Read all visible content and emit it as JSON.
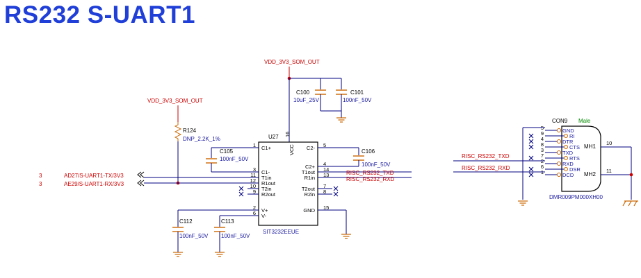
{
  "title": "RS232 S-UART1",
  "colors": {
    "title": "#1f3fd8",
    "wire": "#000080",
    "net": "#cc0000",
    "label": "#1a1aa0",
    "ground": "#cc6600",
    "part": "#000000",
    "male": "#008800"
  },
  "nets": {
    "vdd_top": "VDD_3V3_SOM_OUT",
    "vdd_left": "VDD_3V3_SOM_OUT",
    "txd_in": "AD27/S-UART1-TX/3V3",
    "rxd_in": "AE29/S-UART1-RX/3V3",
    "page_ref_1": "3",
    "page_ref_2": "3",
    "risc_txd_ic": "RISC_RS232_TXD",
    "risc_rxd_ic": "RISC_RS232_RXD",
    "risc_txd_conn": "RISC_RS232_TXD",
    "risc_rxd_conn": "RISC_RS232_RXD"
  },
  "components": {
    "c100": {
      "ref": "C100",
      "value": "10uF_25V"
    },
    "c101": {
      "ref": "C101",
      "value": "100nF_50V"
    },
    "r124": {
      "ref": "R124",
      "value": "DNP_2.2K_1%"
    },
    "c105": {
      "ref": "C105",
      "value": "100nF_50V"
    },
    "c106": {
      "ref": "C106",
      "value": "100nF_50V"
    },
    "c112": {
      "ref": "C112",
      "value": "100nF_50V"
    },
    "c113": {
      "ref": "C113",
      "value": "100nF_50V"
    }
  },
  "ic": {
    "ref": "U27",
    "part": "SIT3232EEUE",
    "vcc": "VCC",
    "vcc_pin": "16",
    "left_pins": [
      {
        "name": "C1+",
        "num": "1"
      },
      {
        "name": "C1-",
        "num": "3"
      },
      {
        "name": "T1in",
        "num": "11"
      },
      {
        "name": "R1out",
        "num": "12"
      },
      {
        "name": "T2in",
        "num": "10"
      },
      {
        "name": "R2out",
        "num": "9"
      },
      {
        "name": "V+",
        "num": "2"
      },
      {
        "name": "V-",
        "num": "6"
      }
    ],
    "right_pins": [
      {
        "name": "C2-",
        "num": "5"
      },
      {
        "name": "C2+",
        "num": "4"
      },
      {
        "name": "T1out",
        "num": "14"
      },
      {
        "name": "R1in",
        "num": "13"
      },
      {
        "name": "T2out",
        "num": "7"
      },
      {
        "name": "R2in",
        "num": "8"
      },
      {
        "name": "GND",
        "num": "15"
      }
    ]
  },
  "connector": {
    "ref": "CON9",
    "gender": "Male",
    "part": "DMR009PM000XH00",
    "pins": [
      {
        "num": "5",
        "name": "GND"
      },
      {
        "num": "9",
        "name": "RI"
      },
      {
        "num": "4",
        "name": "DTR"
      },
      {
        "num": "8",
        "name": "CTS"
      },
      {
        "num": "3",
        "name": "TXD"
      },
      {
        "num": "7",
        "name": "RTS"
      },
      {
        "num": "2",
        "name": "RXD"
      },
      {
        "num": "6",
        "name": "DSR"
      },
      {
        "num": "1",
        "name": "DCD"
      }
    ],
    "mh1": "MH1",
    "mh2": "MH2",
    "mh1_pin": "10",
    "mh2_pin": "11"
  }
}
